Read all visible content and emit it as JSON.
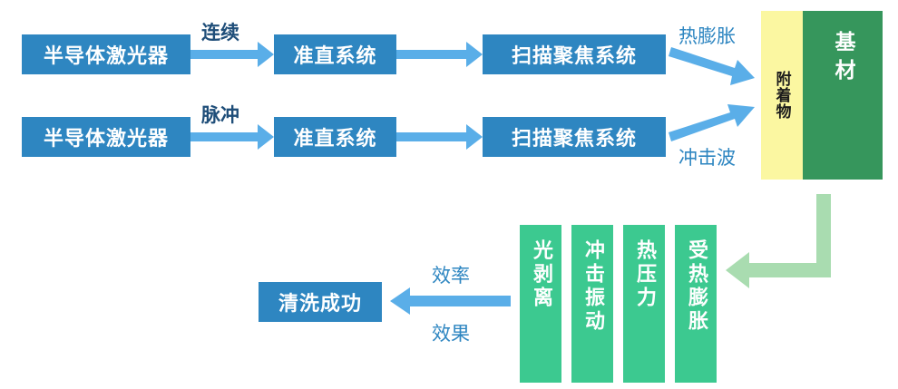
{
  "rows": [
    {
      "source": "半导体激光器",
      "mode": "连续",
      "collimator": "准直系统",
      "scanner": "扫描聚焦系统",
      "effect": "热膨胀"
    },
    {
      "source": "半导体激光器",
      "mode": "脉冲",
      "collimator": "准直系统",
      "scanner": "扫描聚焦系统",
      "effect": "冲击波"
    }
  ],
  "target": {
    "attachment": "附着物",
    "substrate": "基材"
  },
  "mechanisms": [
    "光剥离",
    "冲击振动",
    "热压力",
    "受热膨胀"
  ],
  "result": {
    "label_top": "效率",
    "label_bottom": "效果",
    "outcome": "清洗成功"
  },
  "colors": {
    "box_blue": "#2e86c1",
    "arrow_blue": "#5aaee8",
    "mechanism_green": "#3cc990",
    "attachment_yellow": "#fbf7a1",
    "substrate_green": "#36965c",
    "return_arrow_green": "#a9dcb0"
  }
}
